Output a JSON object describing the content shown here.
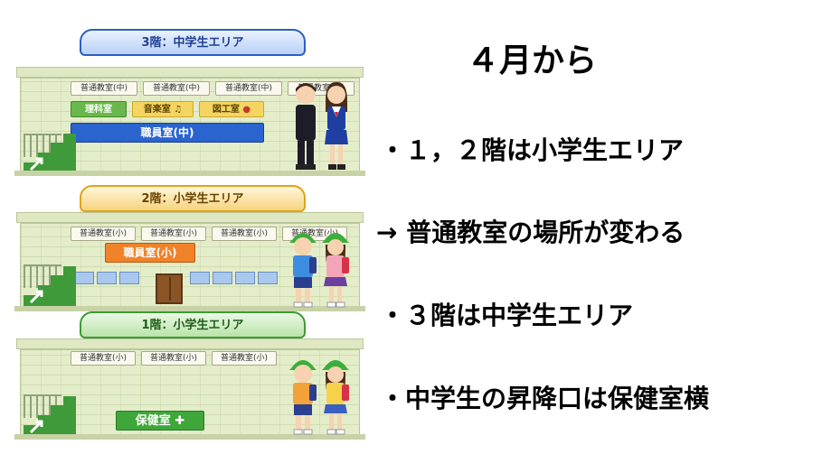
{
  "title": "４月から",
  "bullets": [
    "・１，２階は小学生エリア",
    "→ 普通教室の場所が変わる",
    "・３階は中学生エリア",
    "・中学生の昇降口は保健室横"
  ],
  "floors": {
    "f3": {
      "banner": "3階：中学生エリア",
      "classrooms": [
        "普通教室(中)",
        "普通教室(中)",
        "普通教室(中)",
        "普通教室(中)"
      ],
      "rooms": [
        "理科室",
        "音楽室",
        "図工室"
      ],
      "staff_room": "職員室(中)"
    },
    "f2": {
      "banner": "2階：小学生エリア",
      "classrooms": [
        "普通教室(小)",
        "普通教室(小)",
        "普通教室(小)",
        "普通教室(小)"
      ],
      "staff_room": "職員室(小)"
    },
    "f1": {
      "banner": "1階：小学生エリア",
      "classrooms": [
        "普通教室(小)",
        "普通教室(小)",
        "普通教室(小)"
      ],
      "health_room": "保健室"
    }
  },
  "icons": [
    "music-note-icon",
    "palette-icon",
    "stairs-arrow-icon",
    "red-cross-icon"
  ],
  "colors": {
    "f3_banner": "#2b5fc4",
    "f2_banner": "#e1a21a",
    "f1_banner": "#3e9a35",
    "staff_room_middle": "#2a64cf",
    "staff_room_elementary": "#f0822a",
    "health_room": "#3fa63a"
  }
}
